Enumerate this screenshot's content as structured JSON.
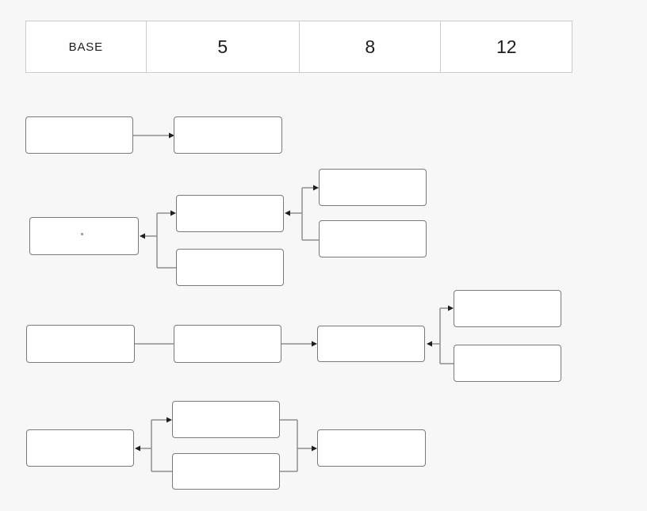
{
  "header_table": {
    "cells": [
      {
        "label": "BASE"
      },
      {
        "label": "5"
      },
      {
        "label": "8"
      },
      {
        "label": "12"
      }
    ]
  },
  "diagram": {
    "all_boxes_empty": true,
    "groups": [
      {
        "id": "group-1",
        "boxes": 2,
        "structure": "box-a -> box-b (arrow points right into box-b)"
      },
      {
        "id": "group-2",
        "boxes": 5,
        "structure": "left-box <- fork of (mid-top, mid-bottom); arrow into left-box points left, arrow into mid-top points right, mid-bottom branch plain; mid-top <- fork of (right-top, right-bottom); arrow into mid-top points left, arrow into right-top points right, right-bottom branch plain"
      },
      {
        "id": "group-3",
        "boxes": 5,
        "structure": "box-1 — box-2 (plain line); box-2 -> box-3 (arrow right); box-3 <- fork of (right-top, right-bottom); arrow into box-3 points left, arrow into right-top points right, right-bottom branch plain"
      },
      {
        "id": "group-4",
        "boxes": 4,
        "structure": "left-box <- fork of (mid-top, mid-bottom); arrow into left-box points left, arrow into mid-top points right, mid-bottom branch plain; forks merge on right -> right-box (arrow right)"
      }
    ]
  },
  "appearance": {
    "background": "#f7f7f7",
    "box_fill": "#ffffff",
    "box_border": "#7a7a7a",
    "connector": "#8f8f8f",
    "arrowhead": "#1f1f1f",
    "table_border": "#cbcbcb",
    "text": "#1d1d1d"
  }
}
